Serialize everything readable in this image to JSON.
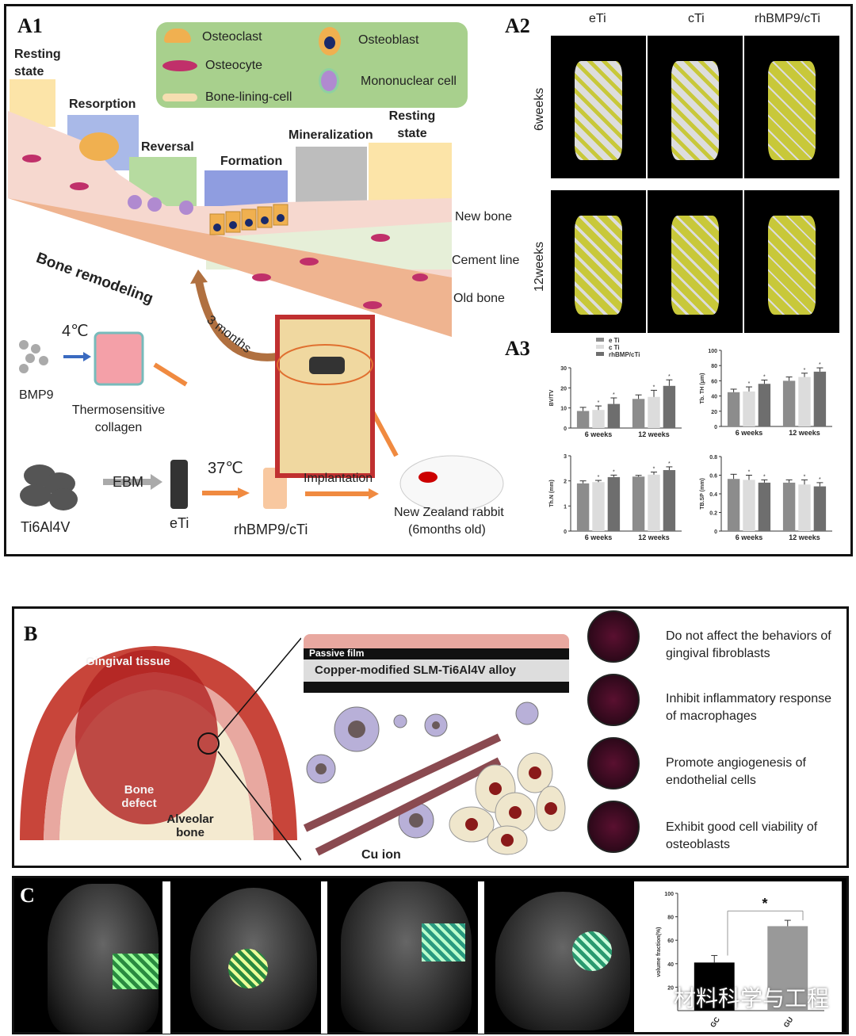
{
  "panel_a": {
    "label_a1": "A1",
    "label_a2": "A2",
    "label_a3": "A3",
    "legend": {
      "items": [
        {
          "label": "Osteoclast",
          "color": "#f0b050"
        },
        {
          "label": "Osteoblast",
          "color": "#1a2a6a"
        },
        {
          "label": "Osteocyte",
          "color": "#c0306a"
        },
        {
          "label": "Mononuclear cell",
          "color": "#b08ad0"
        },
        {
          "label": "Bone-lining-cell",
          "color": "#f5deb0"
        }
      ]
    },
    "stages": [
      {
        "label": "Resting state",
        "color": "#fce4a8"
      },
      {
        "label": "Resorption",
        "color": "#a9b9e8"
      },
      {
        "label": "Reversal",
        "color": "#b6dba0"
      },
      {
        "label": "Formation",
        "color": "#8f9de0"
      },
      {
        "label": "Mineralization",
        "color": "#bdbdbd"
      },
      {
        "label": "Resting state",
        "color": "#fce4a8"
      }
    ],
    "bone_remodeling": "Bone remodeling",
    "layers": [
      "New bone",
      "Cement line",
      "Old bone"
    ],
    "three_months": "3 months",
    "bmp9": "BMP9",
    "temp_4": "4℃",
    "thermo_collagen": "Thermosensitive collagen",
    "ti_alloy": "Ti6Al4V",
    "ebm": "EBM",
    "eti": "eTi",
    "temp_37": "37℃",
    "rhbmp9_cti": "rhBMP9/cTi",
    "implantation": "Implantation",
    "rabbit": "New Zealand rabbit",
    "rabbit_age": "(6months old)",
    "a2_columns": [
      "eTi",
      "cTi",
      "rhBMP9/cTi"
    ],
    "a2_rows": [
      "6weeks",
      "12weeks"
    ],
    "a2_yellow_fraction": [
      [
        0.15,
        0.2,
        0.75
      ],
      [
        0.55,
        0.65,
        0.8
      ]
    ]
  },
  "chart_data": [
    {
      "type": "bar",
      "ylabel": "BV/TV",
      "ylim": [
        0,
        30
      ],
      "yticks": [
        0,
        10,
        20,
        30
      ],
      "categories": [
        "6 weeks",
        "12 weeks"
      ],
      "legend": "top-left",
      "series": [
        {
          "name": "e Ti",
          "values": [
            8.5,
            14.5
          ],
          "errors": [
            1.8,
            2.0
          ]
        },
        {
          "name": "c Ti",
          "values": [
            9,
            15.5
          ],
          "errors": [
            2.0,
            3.3
          ]
        },
        {
          "name": "rhBMP/cTi",
          "values": [
            12,
            21
          ],
          "errors": [
            3.0,
            3.0
          ]
        }
      ],
      "annotations": [
        "*",
        "*",
        "*",
        "*"
      ]
    },
    {
      "type": "bar",
      "ylabel": "Tb. TH (μm)",
      "ylim": [
        0,
        100
      ],
      "yticks": [
        0,
        20,
        40,
        60,
        80,
        100
      ],
      "categories": [
        "6 weeks",
        "12 weeks"
      ],
      "series": [
        {
          "values": [
            45,
            60
          ],
          "errors": [
            4,
            5
          ]
        },
        {
          "values": [
            46,
            65
          ],
          "errors": [
            6,
            5
          ]
        },
        {
          "values": [
            56,
            72
          ],
          "errors": [
            5,
            5
          ]
        }
      ],
      "annotations": [
        "*",
        "*",
        "*",
        "*"
      ]
    },
    {
      "type": "bar",
      "ylabel": "Th.N (mm)",
      "ylim": [
        0,
        3
      ],
      "yticks": [
        0,
        1,
        2,
        3
      ],
      "categories": [
        "6 weeks",
        "12 weeks"
      ],
      "series": [
        {
          "values": [
            1.9,
            2.17
          ],
          "errors": [
            0.1,
            0.05
          ]
        },
        {
          "values": [
            1.95,
            2.25
          ],
          "errors": [
            0.07,
            0.1
          ]
        },
        {
          "values": [
            2.15,
            2.43
          ],
          "errors": [
            0.08,
            0.13
          ]
        }
      ],
      "annotations": [
        "*",
        "*",
        "*",
        "*"
      ]
    },
    {
      "type": "bar",
      "ylabel": "TB.SP (mm)",
      "ylim": [
        0,
        0.8
      ],
      "yticks": [
        0.0,
        0.2,
        0.4,
        0.6,
        0.8
      ],
      "categories": [
        "6 weeks",
        "12 weeks"
      ],
      "series": [
        {
          "values": [
            0.56,
            0.52
          ],
          "errors": [
            0.05,
            0.03
          ]
        },
        {
          "values": [
            0.55,
            0.5
          ],
          "errors": [
            0.05,
            0.05
          ]
        },
        {
          "values": [
            0.52,
            0.48
          ],
          "errors": [
            0.03,
            0.04
          ]
        }
      ],
      "annotations": [
        "*",
        "*",
        "*",
        "*"
      ]
    },
    {
      "type": "bar",
      "ylabel": "volume fraction(%)",
      "ylim": [
        0,
        100
      ],
      "yticks": [
        20,
        40,
        60,
        80,
        100
      ],
      "categories": [
        "GC",
        "GU"
      ],
      "series": [
        {
          "values": [
            41,
            72
          ],
          "errors": [
            6,
            5
          ],
          "colors": [
            "#000000",
            "#999999"
          ]
        }
      ],
      "annotations": [
        "*"
      ]
    }
  ],
  "series_colors": [
    "#8c8c8c",
    "#dcdcdc",
    "#6e6e6e"
  ],
  "panel_b": {
    "label": "B",
    "gingival": "Gingival tissue",
    "bone_defect": "Bone defect",
    "alveolar": "Alveolar bone",
    "passive_film": "Passive film",
    "alloy": "Copper-modified SLM-Ti6Al4V alloy",
    "cu_ion": "Cu ion",
    "effects": [
      "Do not affect the behaviors of gingival fibroblasts",
      "Inhibit inflammatory response of macrophages",
      "Promote angiogenesis of endothelial cells",
      "Exhibit good cell viability of osteoblasts"
    ]
  },
  "panel_c": {
    "label": "C",
    "watermark": "材料科学与工程"
  }
}
